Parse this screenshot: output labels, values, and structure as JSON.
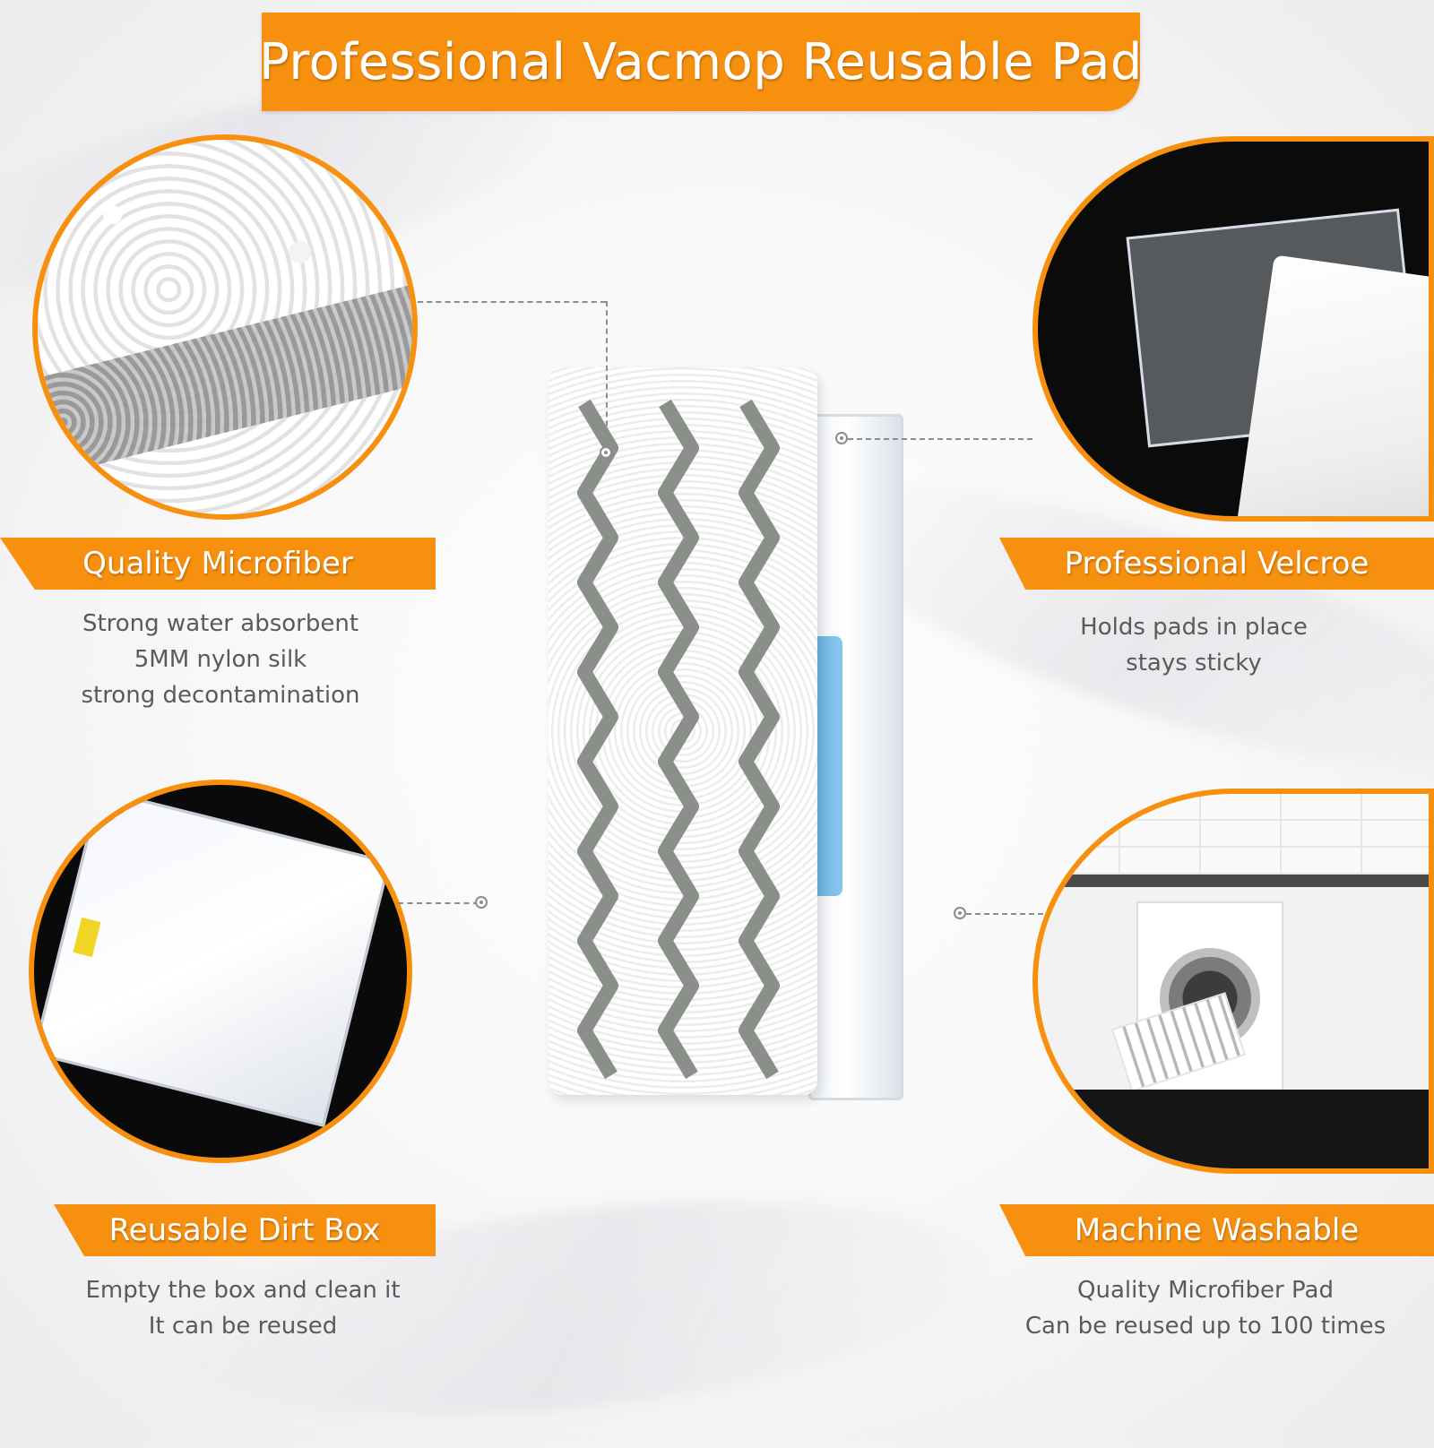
{
  "title": "Professional  Vacmop Reusable Pad",
  "colors": {
    "accent": "#f7900f",
    "banner_text": "#ffffff",
    "desc_text": "#5a5a5a"
  },
  "features": {
    "microfiber": {
      "label": "Quality Microfiber",
      "lines": [
        "Strong water absorbent",
        "5MM nylon silk",
        "strong decontamination"
      ]
    },
    "velcro": {
      "label": "Professional Velcroe",
      "lines": [
        "Holds pads in place",
        "stays sticky"
      ]
    },
    "dirt_box": {
      "label": "Reusable Dirt Box",
      "lines": [
        "Empty the box and clean it",
        "It can be reused"
      ]
    },
    "washable": {
      "label": "Machine Washable",
      "lines": [
        "Quality Microfiber Pad",
        "Can be reused up to 100 times"
      ]
    }
  }
}
